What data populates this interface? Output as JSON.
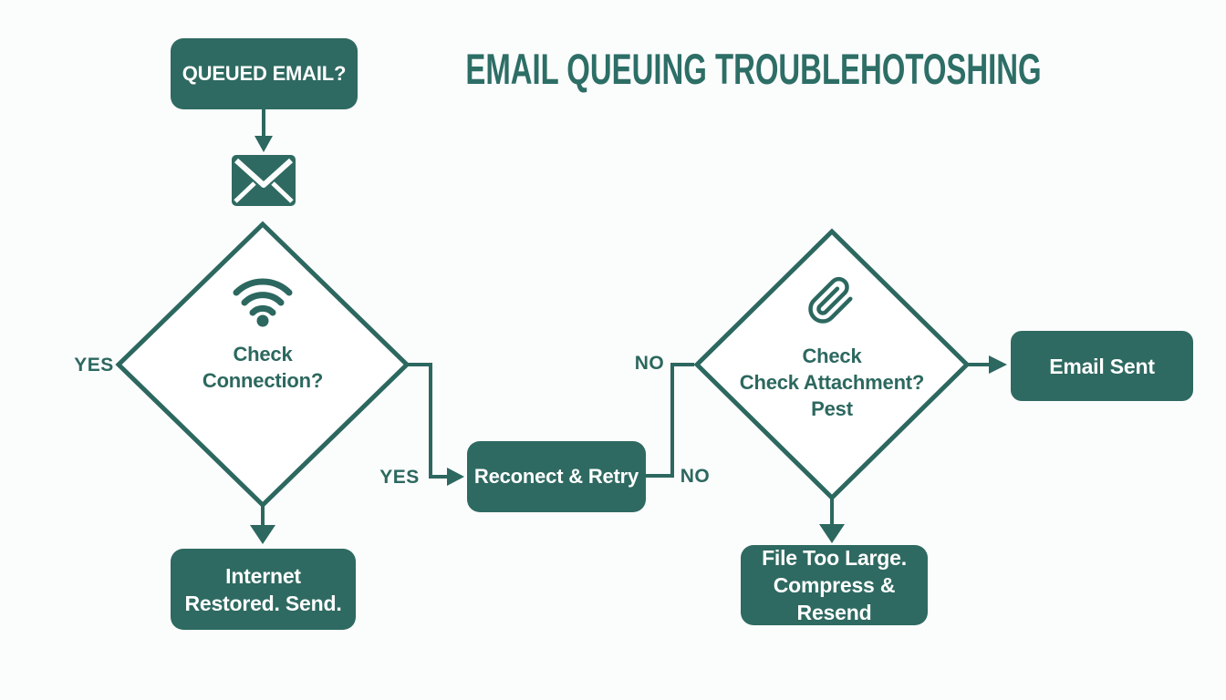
{
  "title": "EMAIL QUEUING TROUBLEHOTOSHING",
  "colors": {
    "teal": "#2e6a61",
    "background": "#fbfcfc",
    "node_text": "#ffffff"
  },
  "nodes": {
    "queued_email": {
      "label": "QUEUED EMAIL?"
    },
    "check_connection": {
      "line1": "Check",
      "line2": "Connection?",
      "icon": "wifi-icon"
    },
    "internet_restored": {
      "line1": "Internet",
      "line2": "Restored. Send."
    },
    "reconnect_retry": {
      "label": "Reconect & Retry"
    },
    "check_attachment": {
      "line1": "Check",
      "line2": "Check Attachment?",
      "line3": "Pest",
      "icon": "paperclip-icon"
    },
    "email_sent": {
      "label": "Email Sent"
    },
    "file_too_large": {
      "line1": "File Too Large.",
      "line2": "Compress & Resend"
    }
  },
  "edge_labels": {
    "connection_yes_left": "YES",
    "connection_yes_mid": "YES",
    "attachment_no_top": "NO",
    "attachment_no_bottom": "NO"
  },
  "icons": {
    "start_icon": "envelope-icon",
    "connection_icon": "wifi-icon",
    "attachment_icon": "paperclip-icon"
  }
}
